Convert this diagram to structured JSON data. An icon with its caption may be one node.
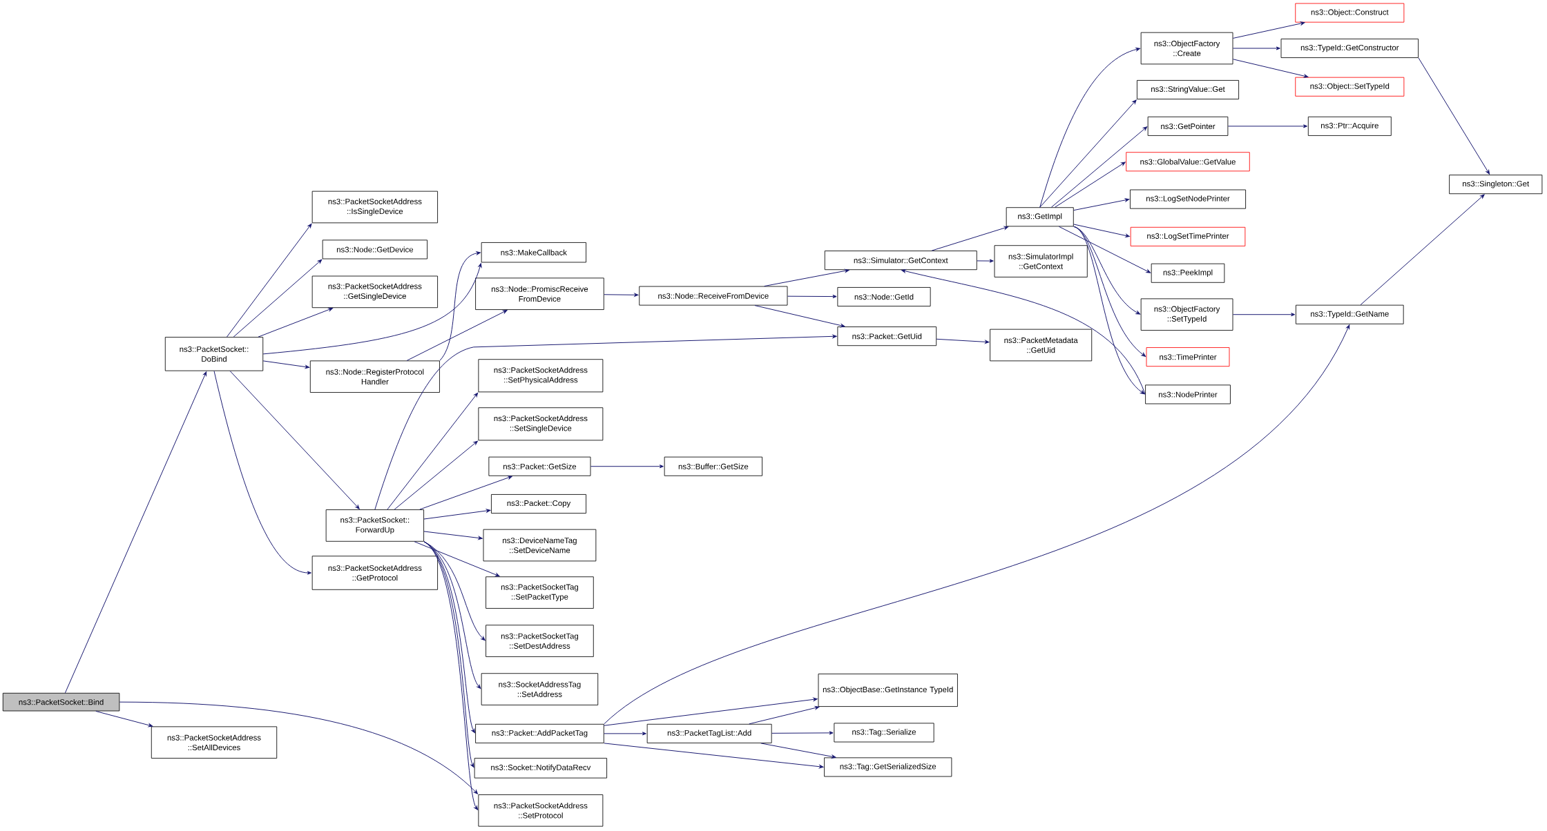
{
  "diagram": {
    "nodes": [
      {
        "text": [
          "ns3::PacketSocket::Bind"
        ]
      },
      {
        "text": [
          "ns3::PacketSocket:: DoBind"
        ]
      },
      {
        "text": [
          "ns3::PacketSocketAddress ::SetAllDevices"
        ]
      },
      {
        "text": [
          "ns3::PacketSocketAddress ::SetProtocol"
        ]
      },
      {
        "text": [
          "ns3::PacketSocketAddress ::IsSingleDevice"
        ]
      },
      {
        "text": [
          "ns3::Node::GetDevice"
        ]
      },
      {
        "text": [
          "ns3::PacketSocketAddress ::GetSingleDevice"
        ]
      },
      {
        "text": [
          "ns3::MakeCallback"
        ]
      },
      {
        "text": [
          "ns3::Node::RegisterProtocol Handler"
        ]
      },
      {
        "text": [
          "ns3::PacketSocket:: ForwardUp"
        ]
      },
      {
        "text": [
          "ns3::PacketSocketAddress ::GetProtocol"
        ]
      },
      {
        "text": [
          "ns3::Node::PromiscReceive FromDevice"
        ]
      },
      {
        "text": [
          "ns3::Node::ReceiveFromDevice"
        ]
      },
      {
        "text": [
          "ns3::Simulator::GetContext"
        ]
      },
      {
        "text": [
          "ns3::Node::GetId"
        ]
      },
      {
        "text": [
          "ns3::Packet::GetUid"
        ]
      },
      {
        "text": [
          "ns3::PacketMetadata ::GetUid"
        ]
      },
      {
        "text": [
          "ns3::SimulatorImpl ::GetContext"
        ]
      },
      {
        "text": [
          "ns3::GetImpl"
        ]
      },
      {
        "text": [
          "ns3::ObjectFactory ::Create"
        ]
      },
      {
        "text": [
          "ns3::StringValue::Get"
        ]
      },
      {
        "text": [
          "ns3::GetPointer"
        ]
      },
      {
        "text": [
          "ns3::GlobalValue::GetValue"
        ]
      },
      {
        "text": [
          "ns3::LogSetNodePrinter"
        ]
      },
      {
        "text": [
          "ns3::LogSetTimePrinter"
        ]
      },
      {
        "text": [
          "ns3::PeekImpl"
        ]
      },
      {
        "text": [
          "ns3::ObjectFactory ::SetTypeId"
        ]
      },
      {
        "text": [
          "ns3::TimePrinter"
        ]
      },
      {
        "text": [
          "ns3::NodePrinter"
        ]
      },
      {
        "text": [
          "ns3::Object::Construct"
        ]
      },
      {
        "text": [
          "ns3::TypeId::GetConstructor"
        ]
      },
      {
        "text": [
          "ns3::Object::SetTypeId"
        ]
      },
      {
        "text": [
          "ns3::Ptr::Acquire"
        ]
      },
      {
        "text": [
          "ns3::TypeId::GetName"
        ]
      },
      {
        "text": [
          "ns3::Singleton::Get"
        ]
      },
      {
        "text": [
          "ns3::PacketSocketAddress ::SetPhysicalAddress"
        ]
      },
      {
        "text": [
          "ns3::PacketSocketAddress ::SetSingleDevice"
        ]
      },
      {
        "text": [
          "ns3::Packet::GetSize"
        ]
      },
      {
        "text": [
          "ns3::Buffer::GetSize"
        ]
      },
      {
        "text": [
          "ns3::Packet::Copy"
        ]
      },
      {
        "text": [
          "ns3::DeviceNameTag ::SetDeviceName"
        ]
      },
      {
        "text": [
          "ns3::PacketSocketTag ::SetPacketType"
        ]
      },
      {
        "text": [
          "ns3::PacketSocketTag ::SetDestAddress"
        ]
      },
      {
        "text": [
          "ns3::SocketAddressTag ::SetAddress"
        ]
      },
      {
        "text": [
          "ns3::Packet::AddPacketTag"
        ]
      },
      {
        "text": [
          "ns3::Socket::NotifyDataRecv"
        ]
      },
      {
        "text": [
          "ns3::PacketTagList::Add"
        ]
      },
      {
        "text": [
          "ns3::ObjectBase::GetInstance TypeId"
        ]
      },
      {
        "text": [
          "ns3::Tag::Serialize"
        ]
      },
      {
        "text": [
          "ns3::Tag::GetSerializedSize"
        ]
      }
    ],
    "edges": [
      {
        "from": 0,
        "to": 1,
        "arrow": "to"
      },
      {
        "from": 0,
        "to": 2,
        "arrow": "to"
      },
      {
        "from": 0,
        "to": 3,
        "arrow": "to"
      },
      {
        "from": 1,
        "to": 4,
        "arrow": "to"
      },
      {
        "from": 1,
        "to": 5,
        "arrow": "to"
      },
      {
        "from": 1,
        "to": 6,
        "arrow": "to"
      },
      {
        "from": 1,
        "to": 7,
        "arrow": "to"
      },
      {
        "from": 1,
        "to": 8,
        "arrow": "to"
      },
      {
        "from": 1,
        "to": 9,
        "arrow": "to"
      },
      {
        "from": 1,
        "to": 10,
        "arrow": "to"
      },
      {
        "from": 8,
        "to": 7,
        "arrow": "to"
      },
      {
        "from": 8,
        "to": 11,
        "arrow": "to"
      },
      {
        "from": 11,
        "to": 12,
        "arrow": "to"
      },
      {
        "from": 12,
        "to": 13,
        "arrow": "to"
      },
      {
        "from": 12,
        "to": 14,
        "arrow": "to"
      },
      {
        "from": 12,
        "to": 15,
        "arrow": "to"
      },
      {
        "from": 13,
        "to": 18,
        "arrow": "to"
      },
      {
        "from": 13,
        "to": 17,
        "arrow": "to"
      },
      {
        "from": 15,
        "to": 16,
        "arrow": "to"
      },
      {
        "from": 18,
        "to": 19,
        "arrow": "to"
      },
      {
        "from": 18,
        "to": 20,
        "arrow": "to"
      },
      {
        "from": 18,
        "to": 21,
        "arrow": "to"
      },
      {
        "from": 18,
        "to": 22,
        "arrow": "to"
      },
      {
        "from": 18,
        "to": 23,
        "arrow": "to"
      },
      {
        "from": 18,
        "to": 24,
        "arrow": "to"
      },
      {
        "from": 18,
        "to": 25,
        "arrow": "to"
      },
      {
        "from": 18,
        "to": 26,
        "arrow": "to"
      },
      {
        "from": 18,
        "to": 27,
        "arrow": "to"
      },
      {
        "from": 18,
        "to": 28,
        "arrow": "to"
      },
      {
        "from": 28,
        "to": 13,
        "arrow": "to"
      },
      {
        "from": 19,
        "to": 29,
        "arrow": "to"
      },
      {
        "from": 19,
        "to": 30,
        "arrow": "to"
      },
      {
        "from": 19,
        "to": 31,
        "arrow": "to"
      },
      {
        "from": 21,
        "to": 32,
        "arrow": "to"
      },
      {
        "from": 26,
        "to": 33,
        "arrow": "to"
      },
      {
        "from": 30,
        "to": 34,
        "arrow": "to"
      },
      {
        "from": 33,
        "to": 34,
        "arrow": "to"
      },
      {
        "from": 9,
        "to": 15,
        "arrow": "to"
      },
      {
        "from": 9,
        "to": 35,
        "arrow": "to"
      },
      {
        "from": 9,
        "to": 36,
        "arrow": "to"
      },
      {
        "from": 9,
        "to": 37,
        "arrow": "to"
      },
      {
        "from": 37,
        "to": 38,
        "arrow": "to"
      },
      {
        "from": 9,
        "to": 39,
        "arrow": "to"
      },
      {
        "from": 9,
        "to": 40,
        "arrow": "to"
      },
      {
        "from": 9,
        "to": 41,
        "arrow": "to"
      },
      {
        "from": 9,
        "to": 42,
        "arrow": "to"
      },
      {
        "from": 9,
        "to": 43,
        "arrow": "to"
      },
      {
        "from": 9,
        "to": 44,
        "arrow": "to"
      },
      {
        "from": 9,
        "to": 45,
        "arrow": "to"
      },
      {
        "from": 9,
        "to": 3,
        "arrow": "to"
      },
      {
        "from": 44,
        "to": 33,
        "arrow": "to"
      },
      {
        "from": 44,
        "to": 47,
        "arrow": "to"
      },
      {
        "from": 44,
        "to": 46,
        "arrow": "to"
      },
      {
        "from": 44,
        "to": 49,
        "arrow": "to"
      },
      {
        "from": 46,
        "to": 47,
        "arrow": "to"
      },
      {
        "from": 46,
        "to": 48,
        "arrow": "to"
      },
      {
        "from": 46,
        "to": 49,
        "arrow": "to"
      }
    ]
  }
}
